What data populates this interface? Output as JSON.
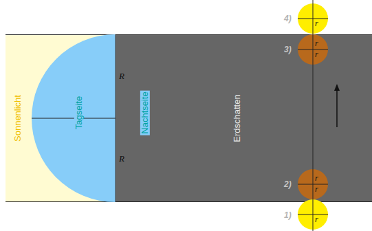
{
  "diagram": {
    "nodes": [
      {
        "text": [
          "Sonnenlicht"
        ]
      },
      {
        "text": [
          "Tagseite",
          "Nachtseite",
          "R",
          "R"
        ]
      },
      {
        "text": [
          "Erdschatten"
        ]
      },
      {
        "text": [
          "r"
        ]
      },
      {
        "text": [
          "r",
          "r"
        ],
        "in": 2
      },
      {
        "text": [
          "r",
          "r"
        ],
        "in": 2
      },
      {
        "text": [
          "r"
        ]
      }
    ],
    "labels": [
      "4)",
      "3)",
      "2)",
      "1)"
    ]
  }
}
